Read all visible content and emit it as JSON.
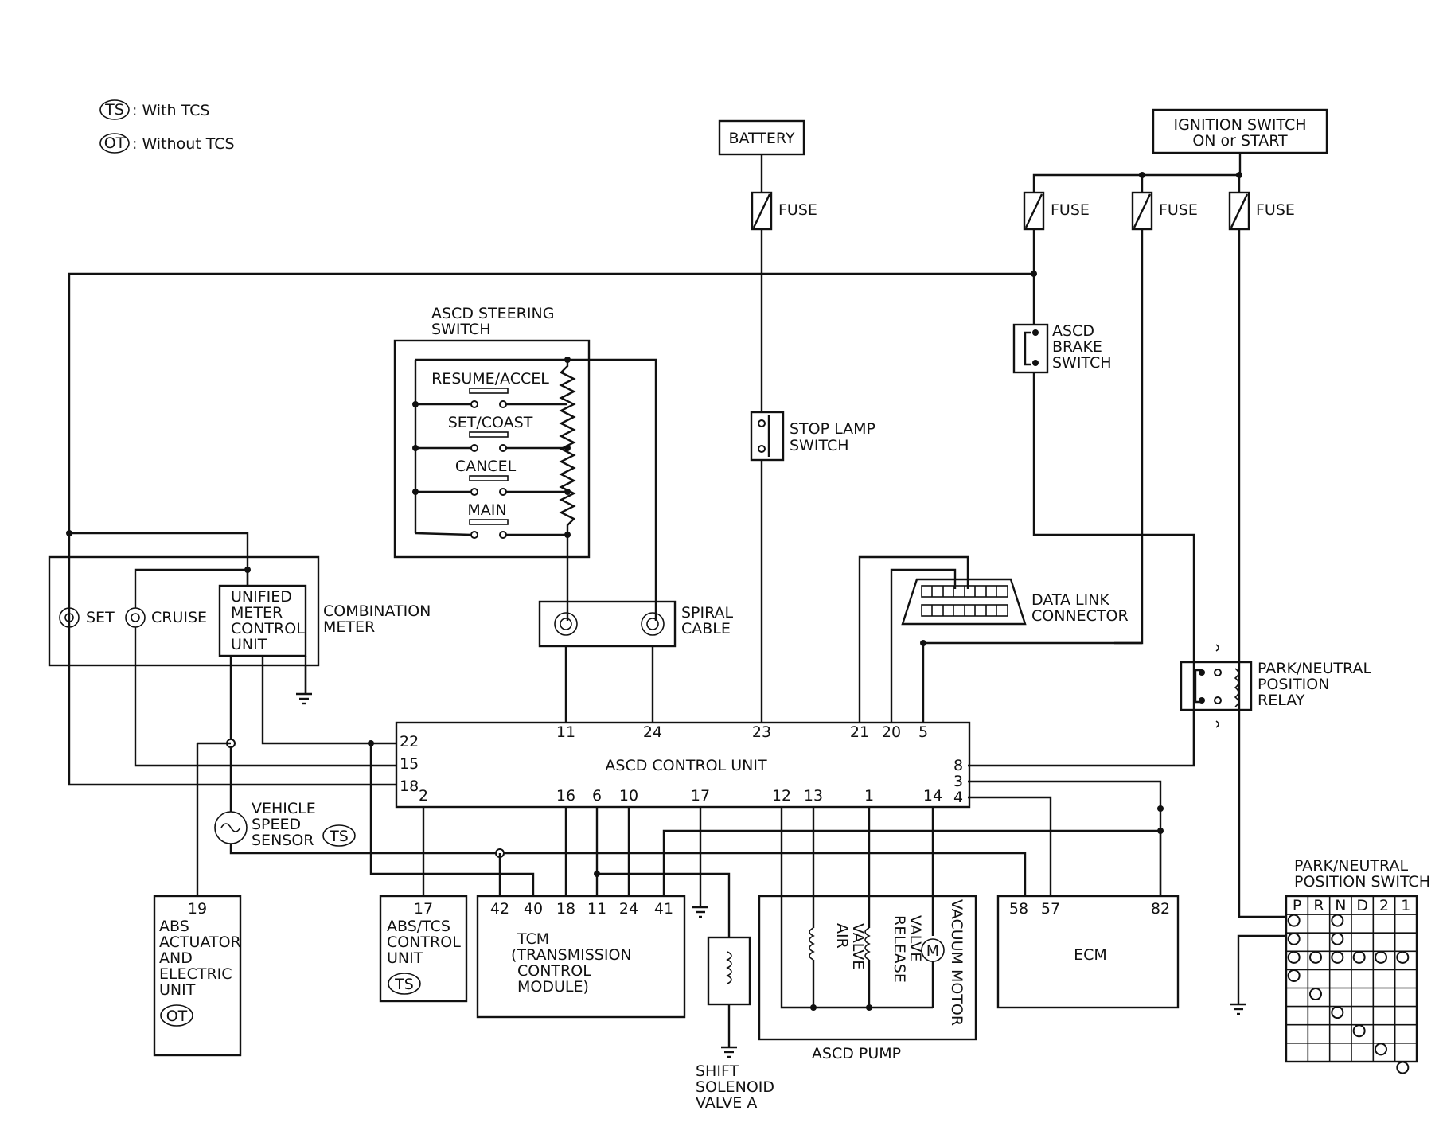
{
  "legend": {
    "ts_symbol": "TS",
    "ts_text": ": With TCS",
    "ot_symbol": "OT",
    "ot_text": ": Without TCS"
  },
  "labels": {
    "battery": "BATTERY",
    "ignition_line1": "IGNITION SWITCH",
    "ignition_line2": "ON or START",
    "fuse": "FUSE",
    "steering_title1": "ASCD STEERING",
    "steering_title2": "SWITCH",
    "resume_accel": "RESUME/ACCEL",
    "set_coast": "SET/COAST",
    "cancel": "CANCEL",
    "main": "MAIN",
    "stop_lamp1": "STOP LAMP",
    "stop_lamp2": "SWITCH",
    "brake1": "ASCD",
    "brake2": "BRAKE",
    "brake3": "SWITCH",
    "data_link1": "DATA LINK",
    "data_link2": "CONNECTOR",
    "spiral1": "SPIRAL",
    "spiral2": "CABLE",
    "pnp_relay1": "PARK/NEUTRAL",
    "pnp_relay2": "POSITION",
    "pnp_relay3": "RELAY",
    "set": "SET",
    "cruise": "CRUISE",
    "umcu1": "UNIFIED",
    "umcu2": "METER",
    "umcu3": "CONTROL",
    "umcu4": "UNIT",
    "combination1": "COMBINATION",
    "combination2": "METER",
    "ascd_control_unit": "ASCD CONTROL UNIT",
    "vss1": "VEHICLE",
    "vss2": "SPEED",
    "vss3": "SENSOR",
    "abs1": "ABS",
    "abs2": "ACTUATOR",
    "abs3": "AND",
    "abs4": "ELECTRIC",
    "abs5": "UNIT",
    "abstcs1": "ABS/TCS",
    "abstcs2": "CONTROL",
    "abstcs3": "UNIT",
    "tcm1": "TCM",
    "tcm2": "(TRANSMISSION",
    "tcm3": "CONTROL",
    "tcm4": "MODULE)",
    "shift1": "SHIFT",
    "shift2": "SOLENOID",
    "shift3": "VALVE A",
    "air_valve1": "AIR",
    "air_valve2": "VALVE",
    "release_valve1": "RELEASE",
    "release_valve2": "VALVE",
    "vacuum_motor": "VACUUM MOTOR",
    "ascd_pump": "ASCD PUMP",
    "ecm": "ECM",
    "pnp_switch1": "PARK/NEUTRAL",
    "pnp_switch2": "POSITION SWITCH"
  },
  "pins": {
    "p22": "22",
    "p15": "15",
    "p18": "18",
    "p2": "2",
    "p11": "11",
    "p24": "24",
    "p23": "23",
    "p21": "21",
    "p20": "20",
    "p5": "5",
    "p8": "8",
    "p3": "3",
    "p4": "4",
    "p16": "16",
    "p6": "6",
    "p10": "10",
    "p17": "17",
    "p12": "12",
    "p13": "13",
    "p1": "1",
    "p14": "14",
    "abs19": "19",
    "abstcs17": "17",
    "tcm42": "42",
    "tcm40": "40",
    "tcm18": "18",
    "tcm11": "11",
    "tcm24": "24",
    "tcm41": "41",
    "ecm58": "58",
    "ecm57": "57",
    "ecm82": "82"
  },
  "pnp_headers": [
    "P",
    "R",
    "N",
    "D",
    "2",
    "1"
  ]
}
